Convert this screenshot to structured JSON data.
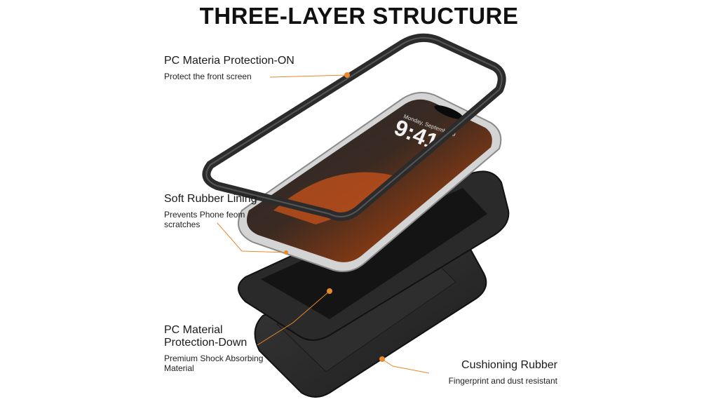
{
  "title": "THREE-LAYER STRUCTURE",
  "callouts": [
    {
      "heading": "PC Materia Protection-ON",
      "description": "Protect the front screen"
    },
    {
      "heading": "Soft Rubber Lining",
      "description": "Prevents Phone feom scratches"
    },
    {
      "heading": "PC Material Protection-Down",
      "description": "Premium Shock Absorbing Material"
    },
    {
      "heading": "Cushioning Rubber",
      "description": "Fingerprint and dust resistant"
    }
  ],
  "phone_screen": {
    "date": "Monday, September 9",
    "time": "9:41"
  },
  "colors": {
    "accent": "#e8892c",
    "case": "#2b2b2b",
    "frame": "#c9c9c9"
  }
}
